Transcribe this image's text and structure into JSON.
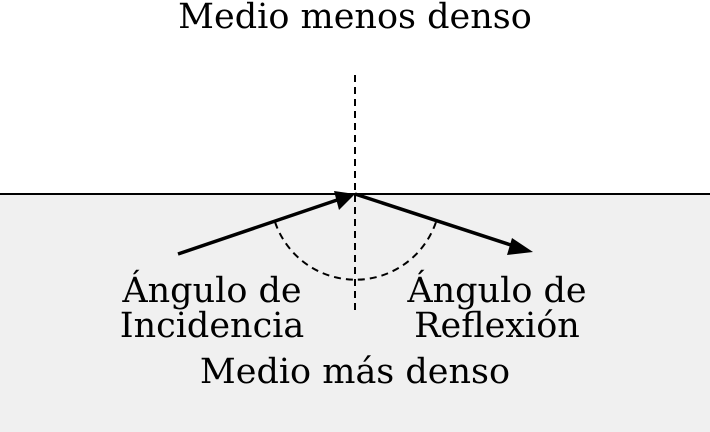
{
  "diagram": {
    "top_medium_label": "Medio menos denso",
    "bottom_medium_label": "Medio más denso",
    "incidence_label": [
      "Ángulo de",
      "Incidencia"
    ],
    "reflection_label": [
      "Ángulo de",
      "Reflexión"
    ],
    "colors": {
      "dense_medium": "#f0f0f0",
      "lines": "#000000"
    }
  }
}
